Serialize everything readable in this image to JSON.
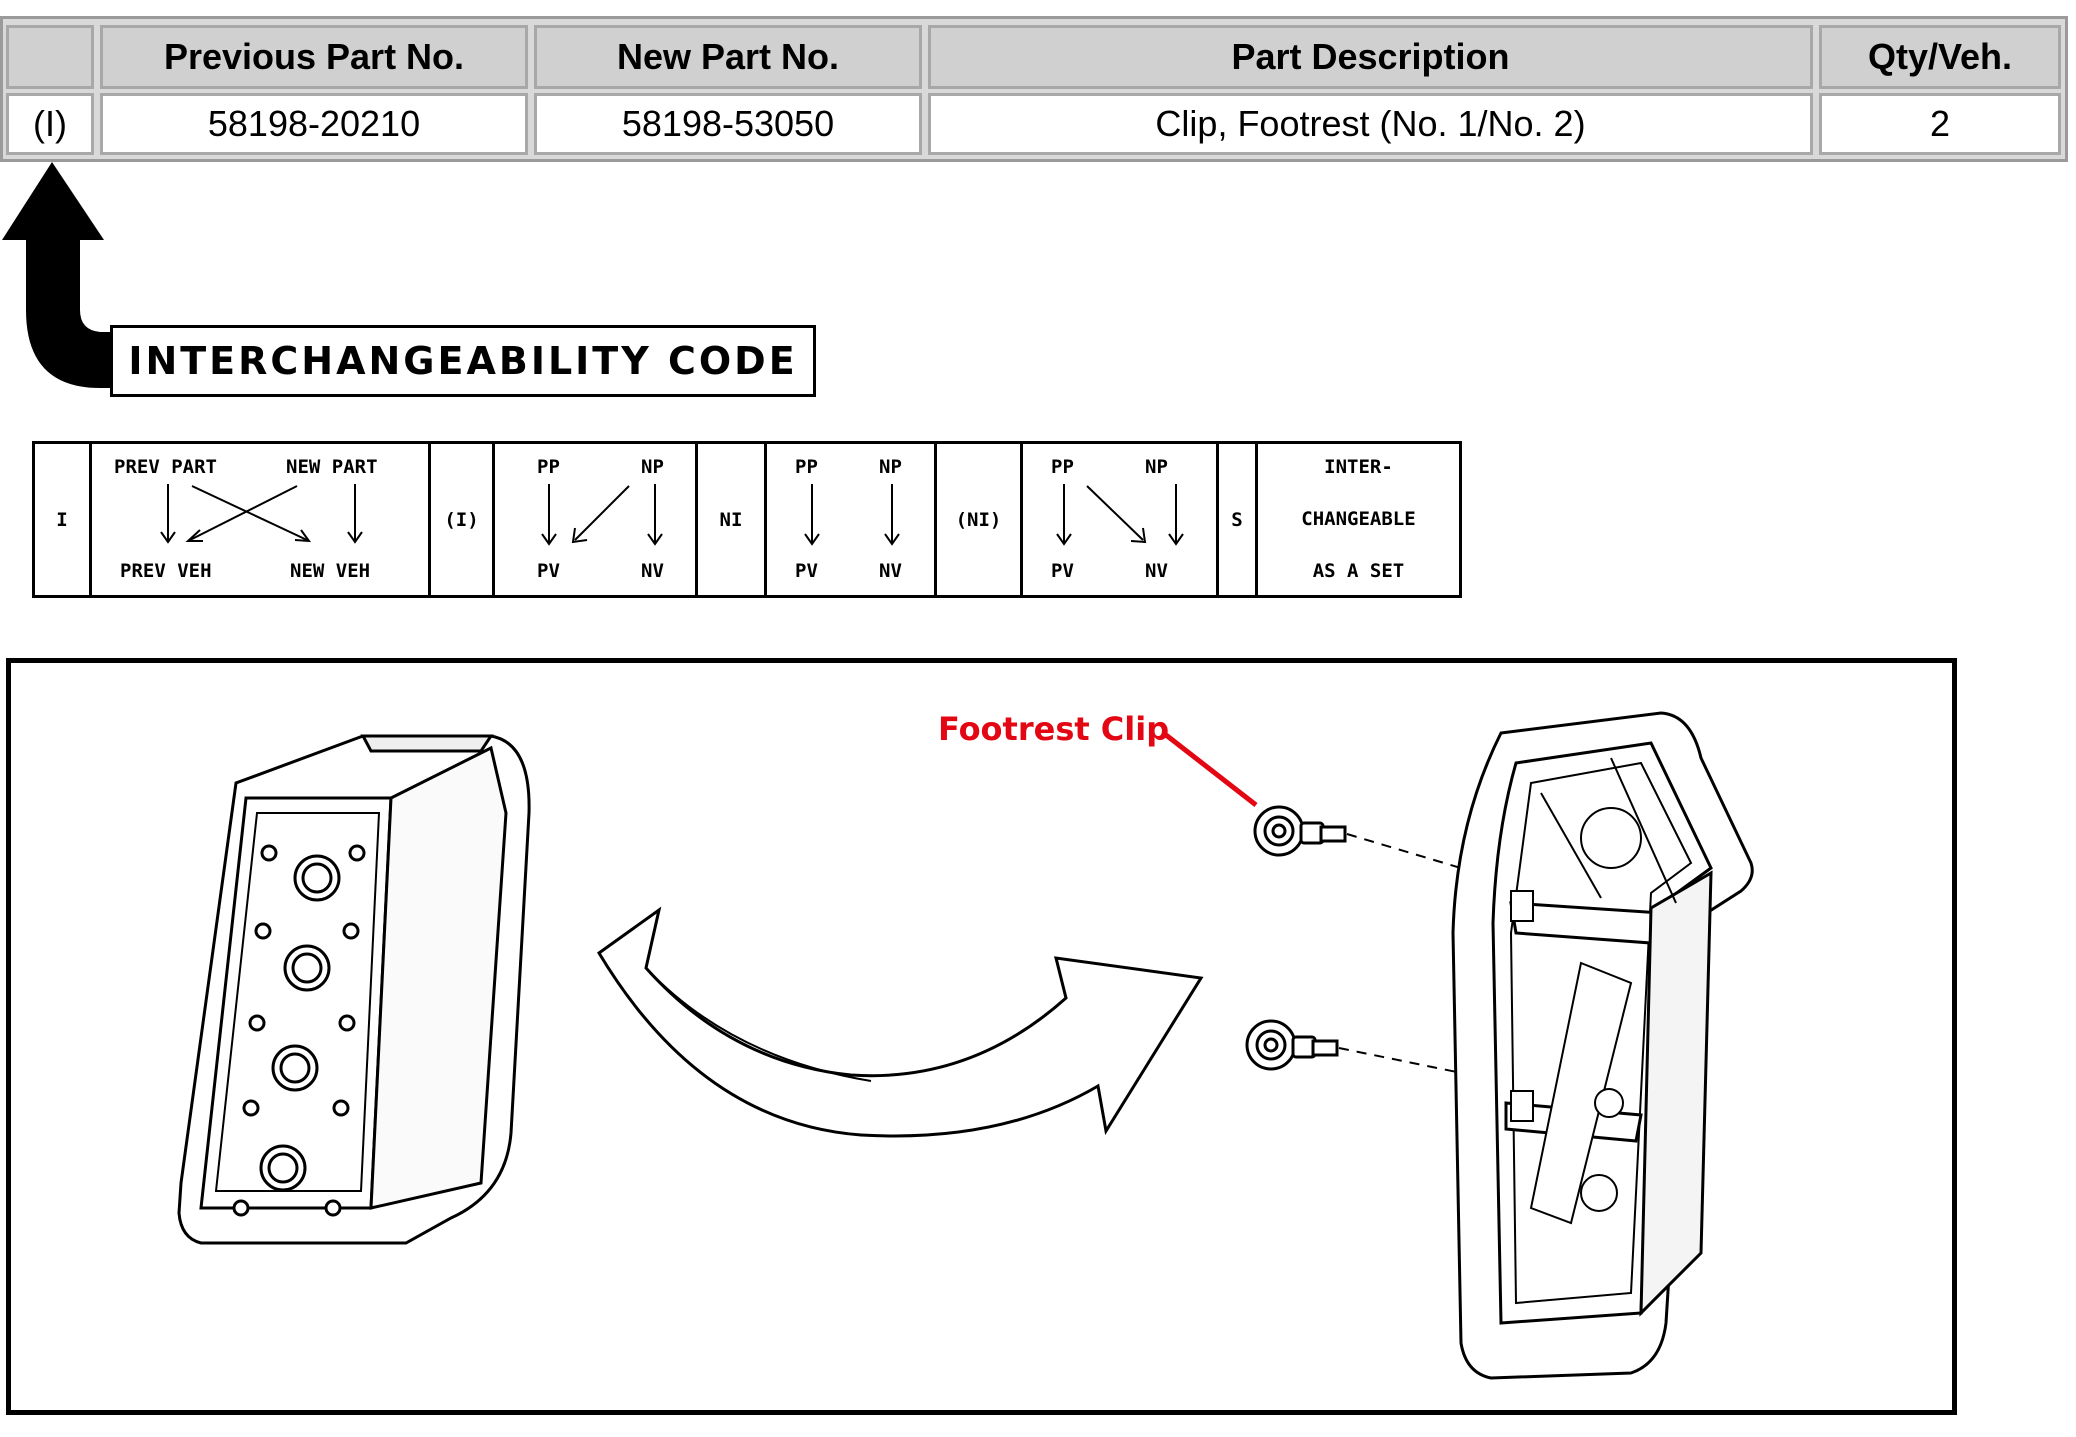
{
  "parts_table": {
    "headers": [
      "",
      "Previous Part No.",
      "New Part No.",
      "Part Description",
      "Qty/Veh."
    ],
    "row": {
      "code": "(I)",
      "previous_part_no": "58198-20210",
      "new_part_no": "58198-53050",
      "description": "Clip, Footrest (No. 1/No. 2)",
      "qty": "2"
    }
  },
  "callout": {
    "label": "INTERCHANGEABILITY CODE"
  },
  "legend": {
    "codes": [
      "I",
      "(I)",
      "NI",
      "(NI)",
      "S"
    ],
    "i_cell": {
      "top_left": "PREV PART",
      "top_right": "NEW PART",
      "bottom_left": "PREV VEH",
      "bottom_right": "NEW VEH"
    },
    "short": {
      "pp": "PP",
      "np": "NP",
      "pv": "PV",
      "nv": "NV"
    },
    "set_text": [
      "INTER-",
      "CHANGEABLE",
      "AS A SET"
    ]
  },
  "illustration": {
    "label": "Footrest Clip",
    "label_color": "#e30613",
    "icons": [
      "footrest-pad-icon",
      "swoosh-arrow-icon",
      "clip-icon",
      "footrest-bracket-icon"
    ]
  }
}
